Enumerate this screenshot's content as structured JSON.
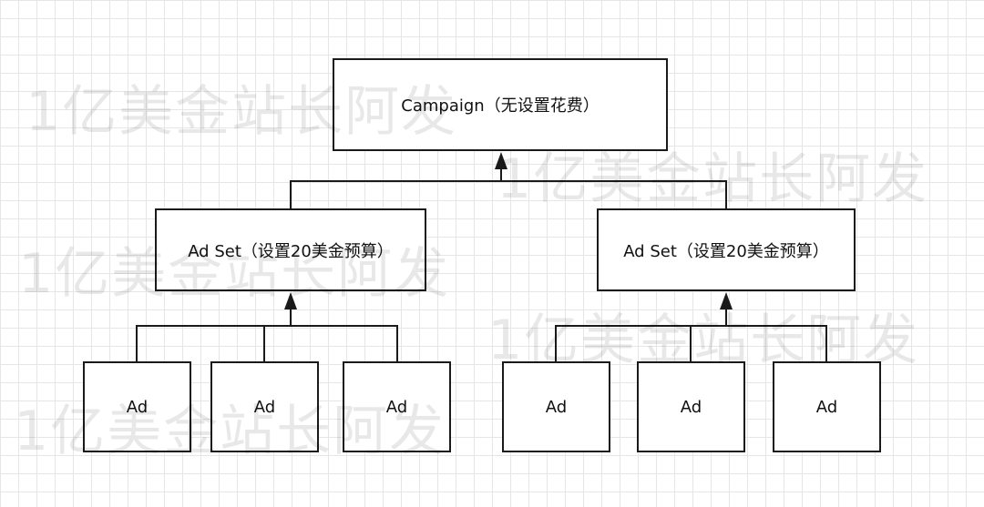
{
  "diagram": {
    "campaign": {
      "label": "Campaign（无设置花费）"
    },
    "adsets": [
      {
        "label": "Ad Set（设置20美金预算）"
      },
      {
        "label": "Ad Set（设置20美金预算）"
      }
    ],
    "ads": [
      {
        "label": "Ad"
      },
      {
        "label": "Ad"
      },
      {
        "label": "Ad"
      },
      {
        "label": "Ad"
      },
      {
        "label": "Ad"
      },
      {
        "label": "Ad"
      }
    ]
  },
  "watermark": {
    "text": "1亿美金站长阿发"
  },
  "colors": {
    "stroke": "#1a1a1a",
    "grid": "#e6e6e6",
    "background": "#ffffff"
  }
}
